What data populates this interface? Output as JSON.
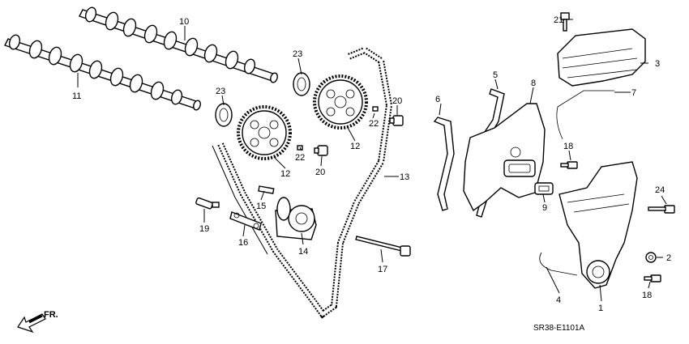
{
  "diagram_code": "SR38-E1101A",
  "direction_label": "FR.",
  "callouts": {
    "c1": "1",
    "c2": "2",
    "c3": "3",
    "c4": "4",
    "c5": "5",
    "c6": "6",
    "c7": "7",
    "c8": "8",
    "c9": "9",
    "c10": "10",
    "c11": "11",
    "c12a": "12",
    "c12b": "12",
    "c13": "13",
    "c14": "14",
    "c15": "15",
    "c16": "16",
    "c17": "17",
    "c18a": "18",
    "c18b": "18",
    "c19": "19",
    "c20a": "20",
    "c20b": "20",
    "c21": "21",
    "c22a": "22",
    "c22b": "22",
    "c23a": "23",
    "c23b": "23",
    "c24": "24"
  }
}
